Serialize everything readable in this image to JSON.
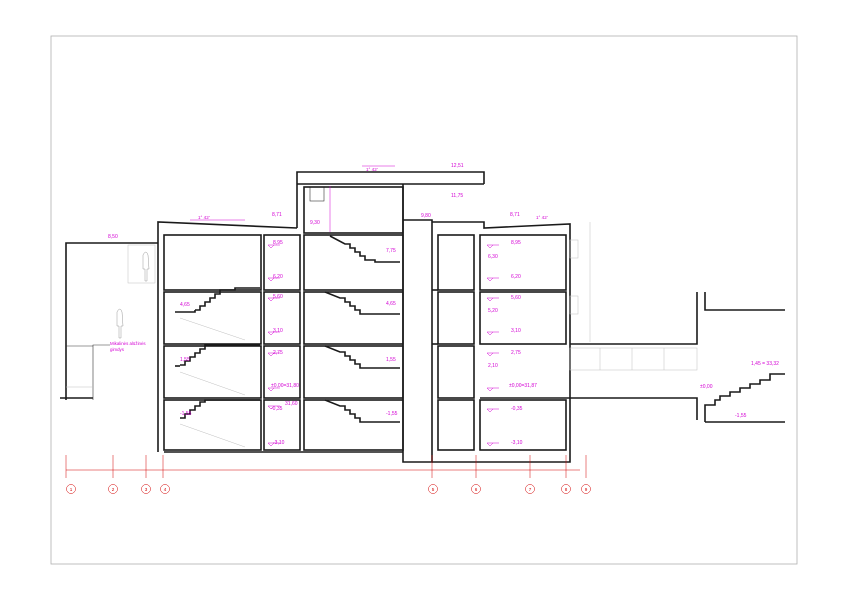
{
  "levels": [
    {
      "id": "l-1251",
      "text": "12,51"
    },
    {
      "id": "l-1175",
      "text": "11,75"
    },
    {
      "id": "l-980",
      "text": "9,80"
    },
    {
      "id": "l-930",
      "text": "9,30"
    },
    {
      "id": "l-871a",
      "text": "8,71"
    },
    {
      "id": "l-871b",
      "text": "8,71"
    },
    {
      "id": "l-850",
      "text": "8,50"
    },
    {
      "id": "l-895a",
      "text": "8,95"
    },
    {
      "id": "l-895b",
      "text": "8,95"
    },
    {
      "id": "l-775",
      "text": "7,75"
    },
    {
      "id": "l-630",
      "text": "6,30"
    },
    {
      "id": "l-620a",
      "text": "6,20"
    },
    {
      "id": "l-620b",
      "text": "6,20"
    },
    {
      "id": "l-560a",
      "text": "5,60"
    },
    {
      "id": "l-560b",
      "text": "5,60"
    },
    {
      "id": "l-465a",
      "text": "4,65"
    },
    {
      "id": "l-465b",
      "text": "4,65"
    },
    {
      "id": "l-520",
      "text": "5,20"
    },
    {
      "id": "l-310a",
      "text": "3,10"
    },
    {
      "id": "l-310b",
      "text": "3,10"
    },
    {
      "id": "l-275a",
      "text": "2,75"
    },
    {
      "id": "l-275b",
      "text": "2,75"
    },
    {
      "id": "l-210",
      "text": "2,10"
    },
    {
      "id": "l-155a",
      "text": "1,55"
    },
    {
      "id": "l-155b",
      "text": "1,55"
    },
    {
      "id": "l-3180",
      "text": "±0,00=31,80"
    },
    {
      "id": "l-3187",
      "text": "±0,00=31,87"
    },
    {
      "id": "l-3332",
      "text": "1,45 = 33,32"
    },
    {
      "id": "l-000",
      "text": "±0,00"
    },
    {
      "id": "l-m035a",
      "text": "-0,35"
    },
    {
      "id": "l-m035b",
      "text": "-0,35"
    },
    {
      "id": "l-m155a",
      "text": "-1,55"
    },
    {
      "id": "l-m155b",
      "text": "-1,55"
    },
    {
      "id": "l-m155c",
      "text": "-1,55"
    },
    {
      "id": "l-m310a",
      "text": "-3,10"
    },
    {
      "id": "l-m310b",
      "text": "-3,10"
    },
    {
      "id": "l-3160",
      "text": "31,60"
    }
  ],
  "slopes": [
    {
      "id": "s-top",
      "text": "1° 42'"
    },
    {
      "id": "s-left",
      "text": "1° 42'"
    },
    {
      "id": "s-right",
      "text": "1° 42'"
    }
  ],
  "notes": {
    "line1": "Mikalinės alūžinės",
    "line2": "gimdys"
  },
  "axes": [
    "1",
    "2",
    "3",
    "4",
    "5",
    "6",
    "7",
    "8",
    "9"
  ],
  "colors": {
    "walls": "#1a1a1a",
    "levels": "#d400d4",
    "axes": "#d40000",
    "frame": "#b0b0b0"
  }
}
